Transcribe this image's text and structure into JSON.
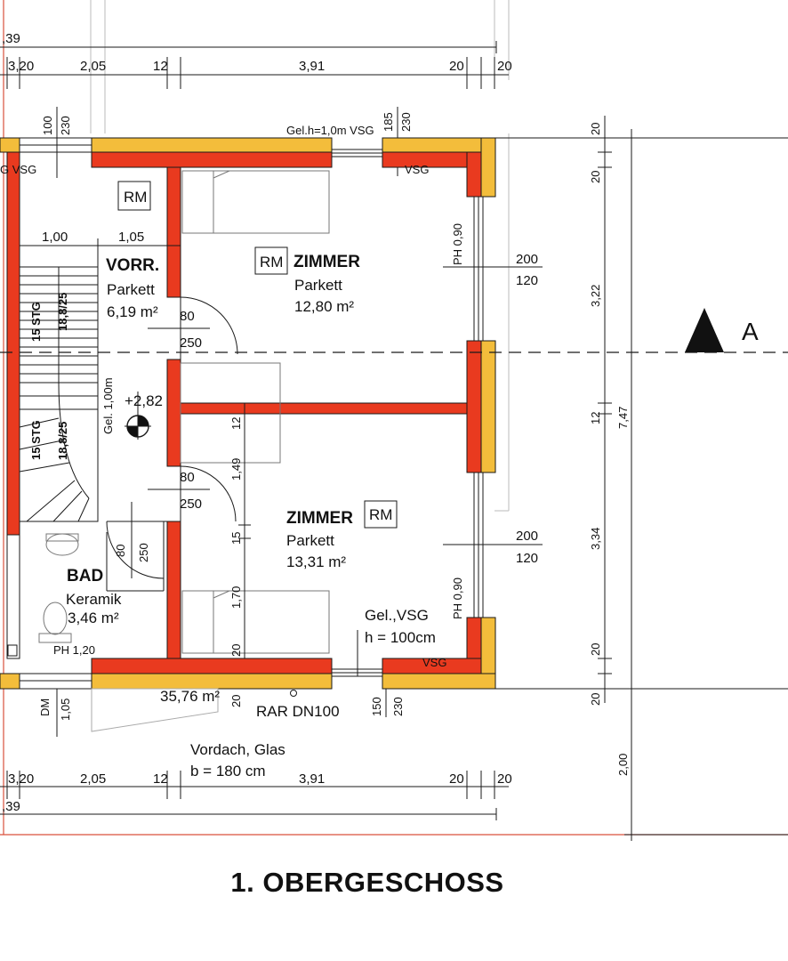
{
  "title": "1. OBERGESCHOSS",
  "colors": {
    "wall": "#e93a1f",
    "insulation": "#f3bd3b",
    "line": "#1a1a1a",
    "red_line": "#d9503c"
  },
  "rooms": {
    "vorr": {
      "name": "VORR.",
      "floor": "Parkett",
      "area": "6,19 m²"
    },
    "zimmer1": {
      "name": "ZIMMER",
      "floor": "Parkett",
      "area": "12,80 m²"
    },
    "zimmer2": {
      "name": "ZIMMER",
      "floor": "Parkett",
      "area": "13,31 m²"
    },
    "bad": {
      "name": "BAD",
      "floor": "Keramik",
      "area": "3,46 m²"
    }
  },
  "tags": {
    "rm": "RM",
    "vsg": "VSG",
    "g_vsg": "G VSG"
  },
  "top_dims": {
    "overall": ",39",
    "d1": "3,20",
    "d2": "2,05",
    "d3": "12",
    "d4": "3,91",
    "d5": "20",
    "d6": "20"
  },
  "bottom_dims": {
    "overall": ",39",
    "d1": "3,20",
    "d2": "2,05",
    "d3": "12",
    "d4": "3,91",
    "d5": "20",
    "d6": "20"
  },
  "right_dims": {
    "a": "20",
    "b": "20",
    "c": "3,22",
    "d": "12",
    "e": "3,34",
    "f": "20",
    "g": "20",
    "h": "2,00",
    "total": "7,47"
  },
  "section_mark": "A",
  "annotations": {
    "gel_top": "Gel.h=1,0m VSG",
    "win_top_a": "185",
    "win_top_b": "230",
    "win_left_a": "100",
    "win_left_b": "230",
    "hall_w1": "1,00",
    "hall_w2": "1,05",
    "stair_top": "15 STG",
    "stair_top_b": "18,8/25",
    "stair_bot": "15 STG",
    "stair_bot_b": "18,8/25",
    "gel_stair": "Gel. 1,00m",
    "level": "+2,82",
    "door1_a": "80",
    "door1_b": "250",
    "door2_a": "80",
    "door2_b": "250",
    "bath_door_a": "80",
    "bath_door_b": "250",
    "ph_upper": "PH 0,90",
    "ph_lower": "PH 0,90",
    "win_r1_a": "200",
    "win_r1_b": "120",
    "win_r2_a": "200",
    "win_r2_b": "120",
    "v12": "12",
    "v149": "1,49",
    "v15": "15",
    "v170": "1,70",
    "v20": "20",
    "gel_lower": "Gel.,VSG",
    "h100": "h = 100cm",
    "vsg_bottom": "VSG",
    "ph_bath": "PH 1,20",
    "dm": "DM",
    "dm_105": "1,05",
    "area_total": "35,76 m²",
    "b20": "20",
    "rar": "RAR DN100",
    "b150": "150",
    "b230": "230",
    "vordach": "Vordach, Glas",
    "vordach_b": "b = 180 cm"
  }
}
